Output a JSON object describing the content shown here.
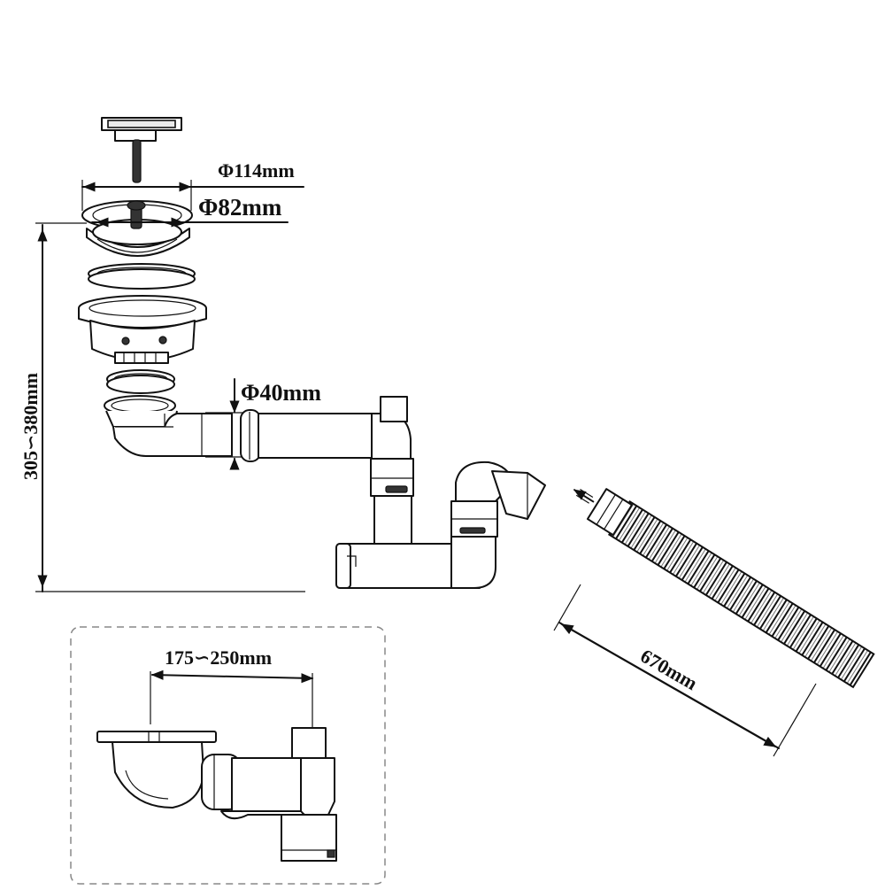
{
  "diagram": {
    "labels": {
      "basket_flange_diameter": "Φ114mm",
      "basket_diameter": "Φ82mm",
      "pipe_diameter": "Φ40mm",
      "height_range": "305∽380mm",
      "width_range": "175∽250mm",
      "hose_length": "670mm"
    }
  }
}
